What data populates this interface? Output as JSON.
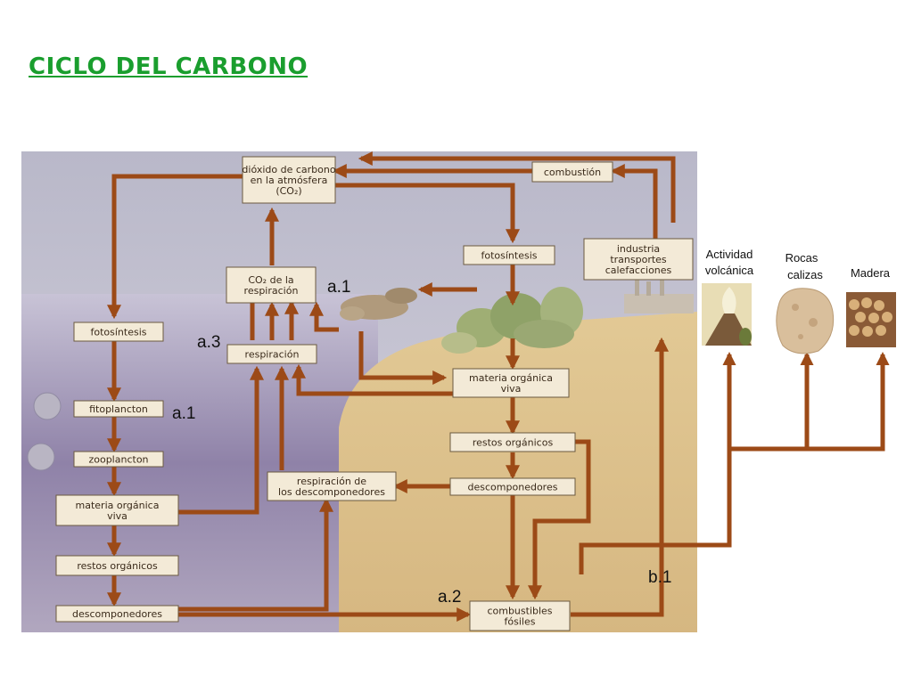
{
  "title": "CICLO DEL CARBONO",
  "boxes": {
    "co2_atm": [
      "dióxido de carbono",
      "en la atmósfera",
      "(CO₂)"
    ],
    "combustion": "combustión",
    "fotosintesis_land": "fotosíntesis",
    "industria": [
      "industria",
      "transportes",
      "calefacciones"
    ],
    "co2_resp": [
      "CO₂ de la",
      "respiración"
    ],
    "fotosintesis_sea": "fotosíntesis",
    "respiracion": "respiración",
    "mov_land": [
      "materia orgánica",
      "viva"
    ],
    "fitoplancton": "fitoplancton",
    "zooplancton": "zooplancton",
    "restos_land": "restos orgánicos",
    "resp_desc": [
      "respiración de",
      "los descomponedores"
    ],
    "desc_land": "descomponedores",
    "mov_sea": [
      "materia orgánica",
      "viva"
    ],
    "restos_sea": "restos orgánicos",
    "desc_sea": "descomponedores",
    "fosiles": [
      "combustibles",
      "fósiles"
    ]
  },
  "labels": {
    "a1_top": "a.1",
    "a3": "a.3",
    "a1_left": "a.1",
    "a2": "a.2",
    "b1": "b.1"
  },
  "sources": [
    {
      "label": [
        "Actividad",
        "volcánica"
      ],
      "icon": "volcano-icon"
    },
    {
      "label": [
        "Rocas",
        "calizas"
      ],
      "icon": "limestone-rock-icon"
    },
    {
      "label": [
        "Madera"
      ],
      "icon": "wood-logs-icon"
    }
  ],
  "colors": {
    "title": "#1a9e2e",
    "arrow": "#9c4a17",
    "box_fill": "#f3ead7",
    "sky": "#c7c6d6",
    "sea": "#8a7ea3",
    "land": "#dcc08c"
  }
}
